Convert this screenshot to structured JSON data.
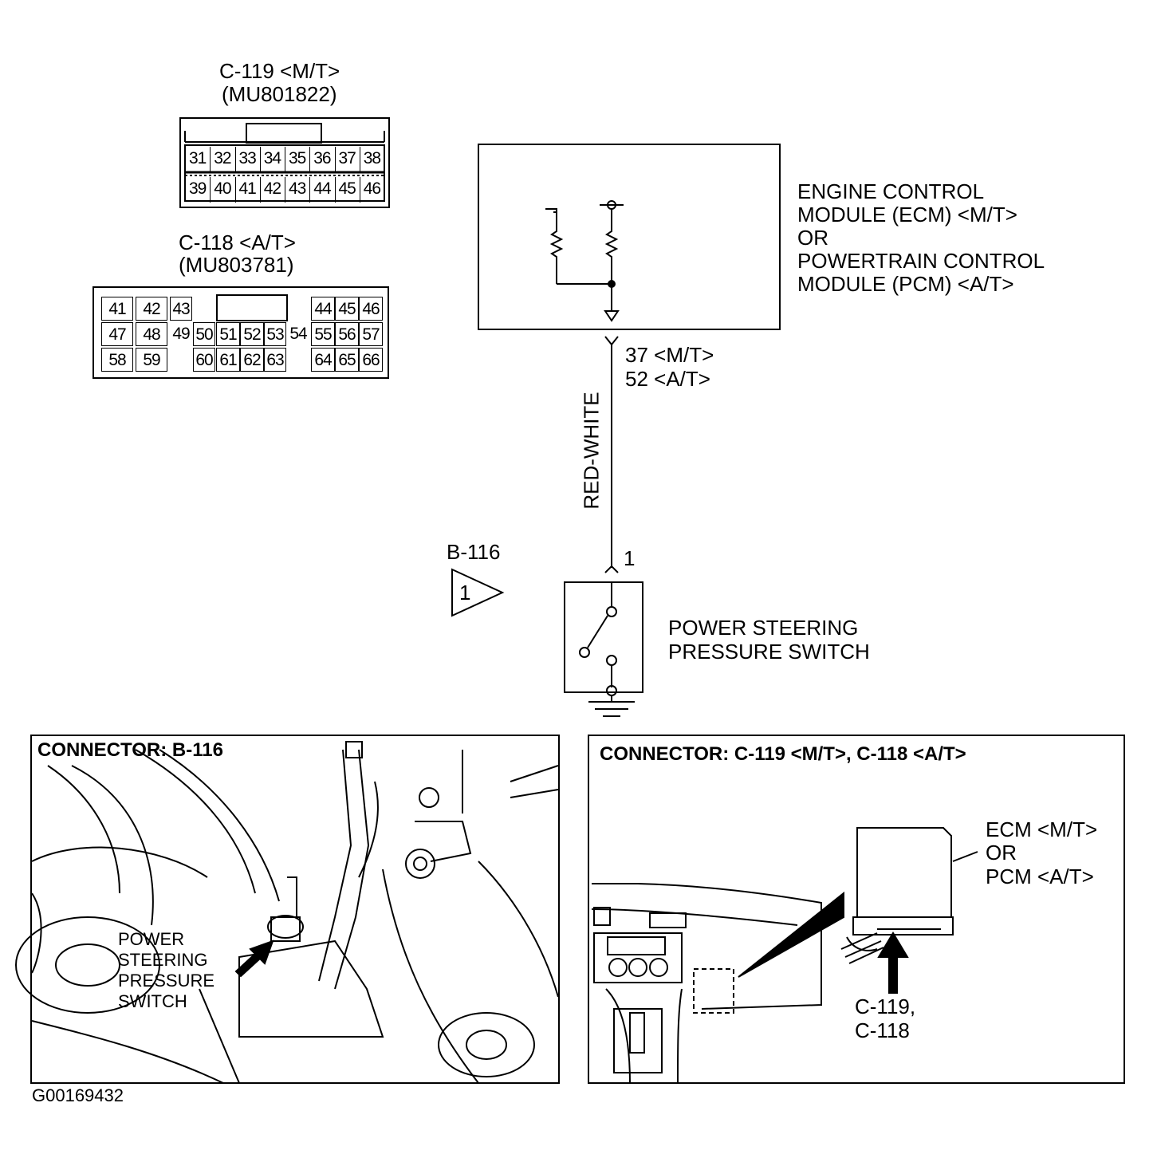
{
  "connector_c119": {
    "title": "C-119 <M/T>",
    "part": "(MU801822)",
    "row1": [
      "31",
      "32",
      "33",
      "34",
      "35",
      "36",
      "37",
      "38"
    ],
    "row2": [
      "39",
      "40",
      "41",
      "42",
      "43",
      "44",
      "45",
      "46"
    ]
  },
  "connector_c118": {
    "title": "C-118 <A/T>",
    "part": "(MU803781)",
    "pins": [
      "41",
      "42",
      "43",
      "44",
      "45",
      "46",
      "47",
      "48",
      "49",
      "50",
      "51",
      "52",
      "53",
      "54",
      "55",
      "56",
      "57",
      "58",
      "59",
      "60",
      "61",
      "62",
      "63",
      "64",
      "65",
      "66"
    ]
  },
  "module": {
    "lines": [
      "ENGINE CONTROL",
      "MODULE (ECM) <M/T>",
      "OR",
      "POWERTRAIN CONTROL",
      "MODULE (PCM) <A/T>"
    ]
  },
  "terminal": {
    "mt": "37 <M/T>",
    "at": "52 <A/T>"
  },
  "wire": {
    "color": "RED-WHITE"
  },
  "switch_connector": {
    "id": "B-116",
    "badge": "1",
    "pin": "1"
  },
  "switch": {
    "lines": [
      "POWER STEERING",
      "PRESSURE SWITCH"
    ]
  },
  "panel_left": {
    "title": "CONNECTOR: B-116",
    "callout": [
      "POWER",
      "STEERING",
      "PRESSURE",
      "SWITCH"
    ]
  },
  "panel_right": {
    "title": "CONNECTOR: C-119 <M/T>, C-118 <A/T>",
    "module_label": [
      "ECM <M/T>",
      "OR",
      "PCM <A/T>"
    ],
    "connector_label": [
      "C-119,",
      "C-118"
    ]
  },
  "figure_id": "G00169432"
}
